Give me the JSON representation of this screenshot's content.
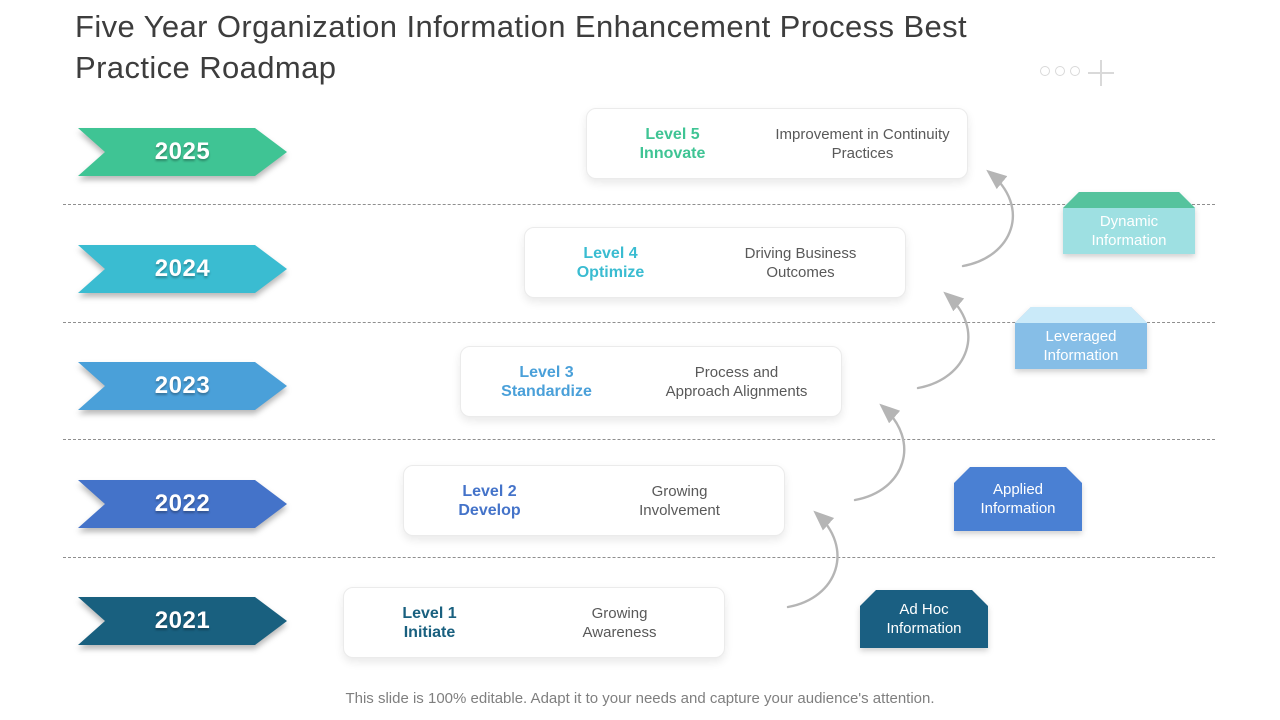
{
  "title": {
    "line1": "Five Year Organization Information Enhancement Process Best",
    "line2": "Practice Roadmap"
  },
  "icons": {
    "more": "ellipsis-icon",
    "plus": "plus-icon"
  },
  "rows": [
    {
      "year": "2025",
      "color": "#3FC494",
      "level_line1": "Level 5",
      "level_line2": "Innovate",
      "desc_line1": "Improvement in Continuity",
      "desc_line2": "Practices"
    },
    {
      "year": "2024",
      "color": "#3ABCD1",
      "level_line1": "Level 4",
      "level_line2": "Optimize",
      "desc_line1": "Driving Business",
      "desc_line2": "Outcomes"
    },
    {
      "year": "2023",
      "color": "#4AA0D9",
      "level_line1": "Level 3",
      "level_line2": "Standardize",
      "desc_line1": "Process and",
      "desc_line2": "Approach Alignments"
    },
    {
      "year": "2022",
      "color": "#4473C9",
      "level_line1": "Level 2",
      "level_line2": "Develop",
      "desc_line1": "Growing",
      "desc_line2": "Involvement"
    },
    {
      "year": "2021",
      "color": "#19607F",
      "level_line1": "Level 1",
      "level_line2": "Initiate",
      "desc_line1": "Growing",
      "desc_line2": "Awareness"
    }
  ],
  "info_boxes": [
    {
      "label": "Dynamic Information",
      "body_color": "#9EE0E2",
      "lid_color": "#55C39D",
      "edge_color": "#86d6d8"
    },
    {
      "label": "Leveraged Information",
      "body_color": "#86BEE7",
      "lid_color": "#CAEAF9",
      "edge_color": "#79b2dd"
    },
    {
      "label": "Applied Information",
      "body_color": "#4A80D3",
      "lid_color": "#4A80D3",
      "edge_color": "#3a6cbd"
    },
    {
      "label": "Ad Hoc Information",
      "body_color": "#1A5F82",
      "lid_color": "#1A5F82",
      "edge_color": "#14506e"
    }
  ],
  "arrow_color": "#b5b5b5",
  "dash_color": "#8f8f8f",
  "footer": "This slide is 100% editable. Adapt it to your needs and capture your audience's attention."
}
